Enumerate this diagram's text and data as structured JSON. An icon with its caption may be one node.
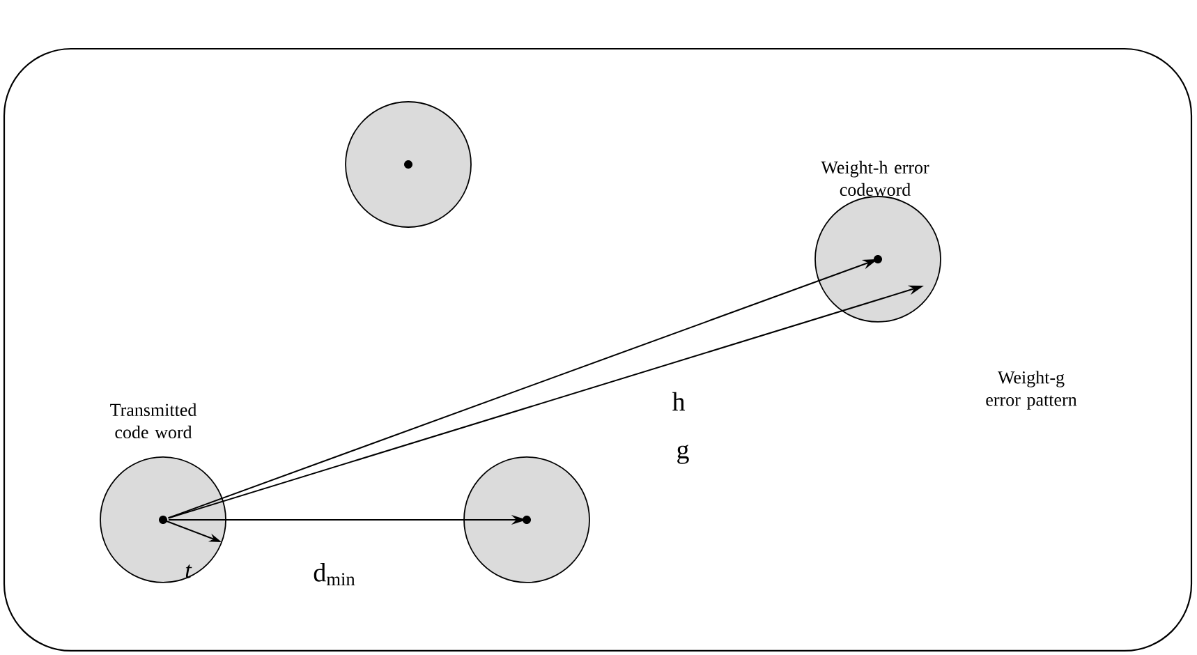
{
  "diagram": {
    "nodes": [
      {
        "text": [
          "Transmitted code word"
        ]
      },
      {
        "text": [],
        "shape": "circle"
      },
      {
        "text": [
          "Weight-h error codeword"
        ]
      },
      {
        "text": [],
        "shape": "circle"
      }
    ],
    "edges": [
      {
        "from": 0,
        "to": 3,
        "arrow": "to",
        "label": "d$_{min}$"
      },
      {
        "from": 0,
        "to": 2,
        "arrow": "to",
        "label": "h"
      },
      {
        "from": 0,
        "to": 2,
        "arrow": "to",
        "label": "g"
      }
    ],
    "labels": [
      "t",
      "Weight-g error pattern"
    ]
  }
}
